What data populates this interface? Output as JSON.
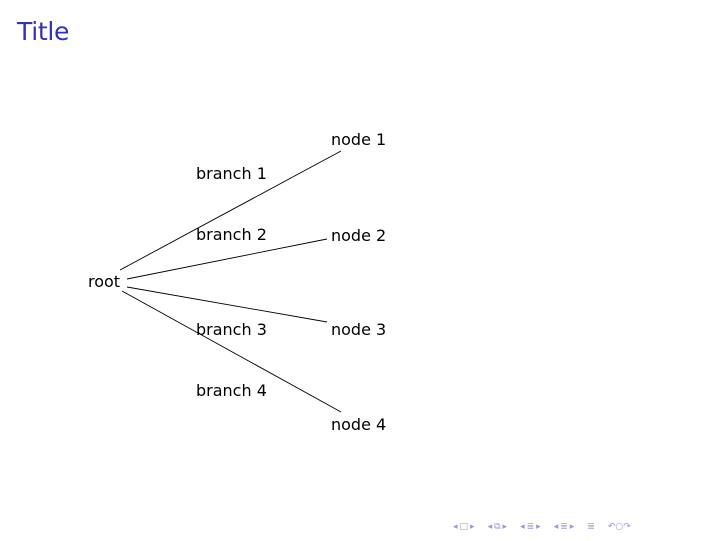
{
  "frame": {
    "title": "Title"
  },
  "tree": {
    "root": "root",
    "nodes": [
      "node 1",
      "node 2",
      "node 3",
      "node 4"
    ],
    "branches": [
      "branch 1",
      "branch 2",
      "branch 3",
      "branch 4"
    ]
  },
  "colors": {
    "title": "#3333b3",
    "text": "#000000",
    "navigation": "#9a9ad0"
  },
  "navigation": {
    "icons": [
      "nav-frame-back-icon",
      "nav-frame-icon",
      "nav-frame-forward-icon",
      "nav-subsection-back-icon",
      "nav-subsection-icon",
      "nav-subsection-forward-icon",
      "nav-section-back-icon",
      "nav-section-icon",
      "nav-section-forward-icon",
      "nav-appendix-back-icon",
      "nav-appendix-icon",
      "nav-appendix-forward-icon",
      "nav-document-icon",
      "nav-search-icon"
    ]
  }
}
